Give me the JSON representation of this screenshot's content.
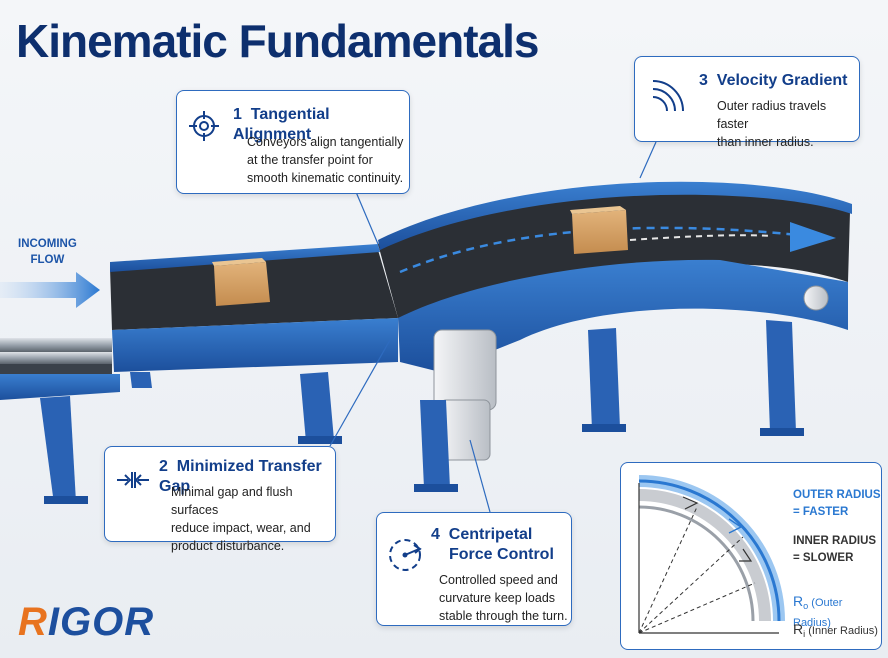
{
  "title": "Kinematic Fundamentals",
  "flow_label": {
    "line1": "INCOMING",
    "line2": "FLOW"
  },
  "cards": {
    "tangential": {
      "number": "1",
      "heading": "Tangential Alignment",
      "body": [
        "Conveyors align tangentially",
        "at the transfer point for",
        "smooth kinematic continuity."
      ],
      "icon": "crosshair-icon"
    },
    "gap": {
      "number": "2",
      "heading": "Minimized Transfer Gap",
      "body": [
        "Minimal gap and flush surfaces",
        "reduce impact, wear, and",
        "product disturbance."
      ],
      "icon": "gap-arrows-icon"
    },
    "velocity": {
      "number": "3",
      "heading": "Velocity Gradient",
      "body": [
        "Outer radius travels faster",
        "than inner radius."
      ],
      "icon": "signal-arcs-icon"
    },
    "centripetal": {
      "number": "4",
      "heading_line1": "Centripetal",
      "heading_line2": "Force Control",
      "body": [
        "Controlled speed and",
        "curvature keep loads",
        "stable through the turn."
      ],
      "icon": "rotation-icon"
    }
  },
  "legend": {
    "outer_line1": "OUTER RADIUS",
    "outer_line2": "= FASTER",
    "inner_line1": "INNER RADIUS",
    "inner_line2": "= SLOWER",
    "ro_symbol": "R",
    "ro_sub": "o",
    "ro_text": "(Outer Radius)",
    "ri_symbol": "R",
    "ri_sub": "i",
    "ri_text": "(Inner Radius)"
  },
  "logo": {
    "part1": "R",
    "part2": "IGOR"
  },
  "colors": {
    "brand_blue": "#1d4f9e",
    "accent_blue": "#2a78d1",
    "logo_orange": "#e8731f",
    "title_navy": "#0d2f6e"
  }
}
